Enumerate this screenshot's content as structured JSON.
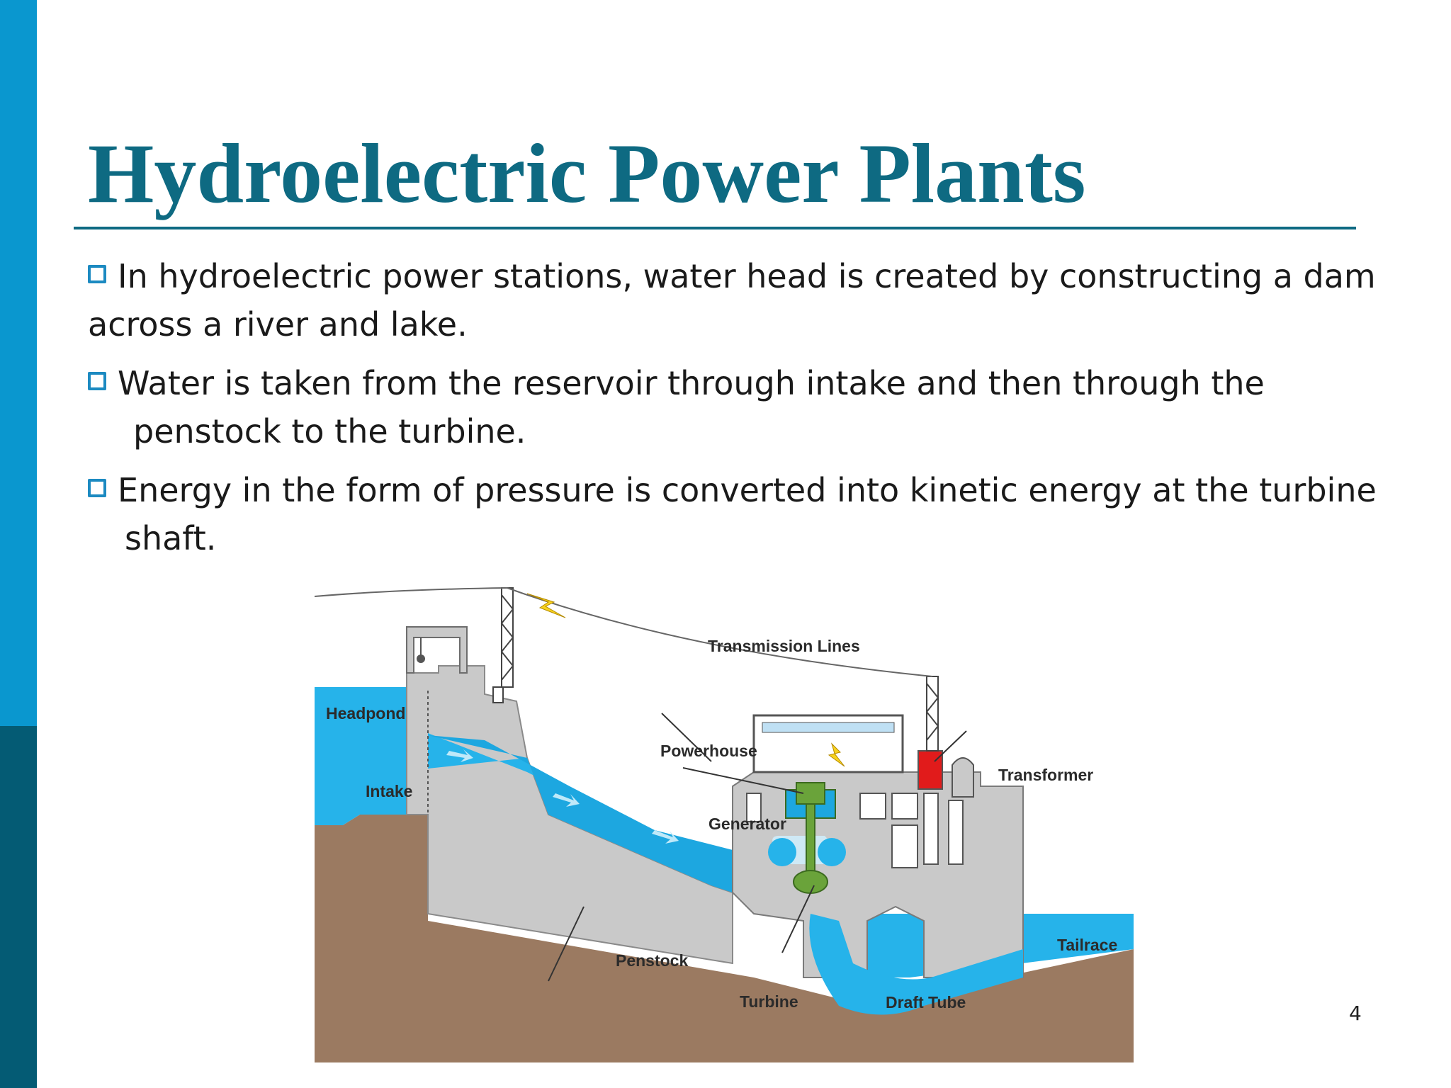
{
  "slide": {
    "title": "Hydroelectric Power Plants",
    "page_number": "4"
  },
  "bullets": [
    {
      "line1": "In hydroelectric power stations, water head is created by constructing a dam",
      "line2": "across a river and lake."
    },
    {
      "line1": "Water is taken from the reservoir through intake and then through the",
      "line2": "penstock to the turbine."
    },
    {
      "line1": "Energy in the form of pressure is converted into kinetic energy at the turbine",
      "line2": "shaft."
    }
  ],
  "diagram": {
    "labels": {
      "transmission_lines": "Transmission Lines",
      "headpond": "Headpond",
      "intake": "Intake",
      "powerhouse": "Powerhouse",
      "generator": "Generator",
      "transformer": "Transformer",
      "penstock": "Penstock",
      "turbine": "Turbine",
      "draft_tube": "Draft Tube",
      "tailrace": "Tailrace"
    }
  },
  "colors": {
    "title": "#0e6a82",
    "sidebar_top": "#0a97cf",
    "sidebar_bottom": "#045b74",
    "bullet": "#1c8ac1",
    "water": "#26b3ea",
    "earth": "#9b7a61",
    "concrete": "#c9c9c9",
    "transformer": "#e11b1b",
    "generator": "#6aa33a"
  }
}
